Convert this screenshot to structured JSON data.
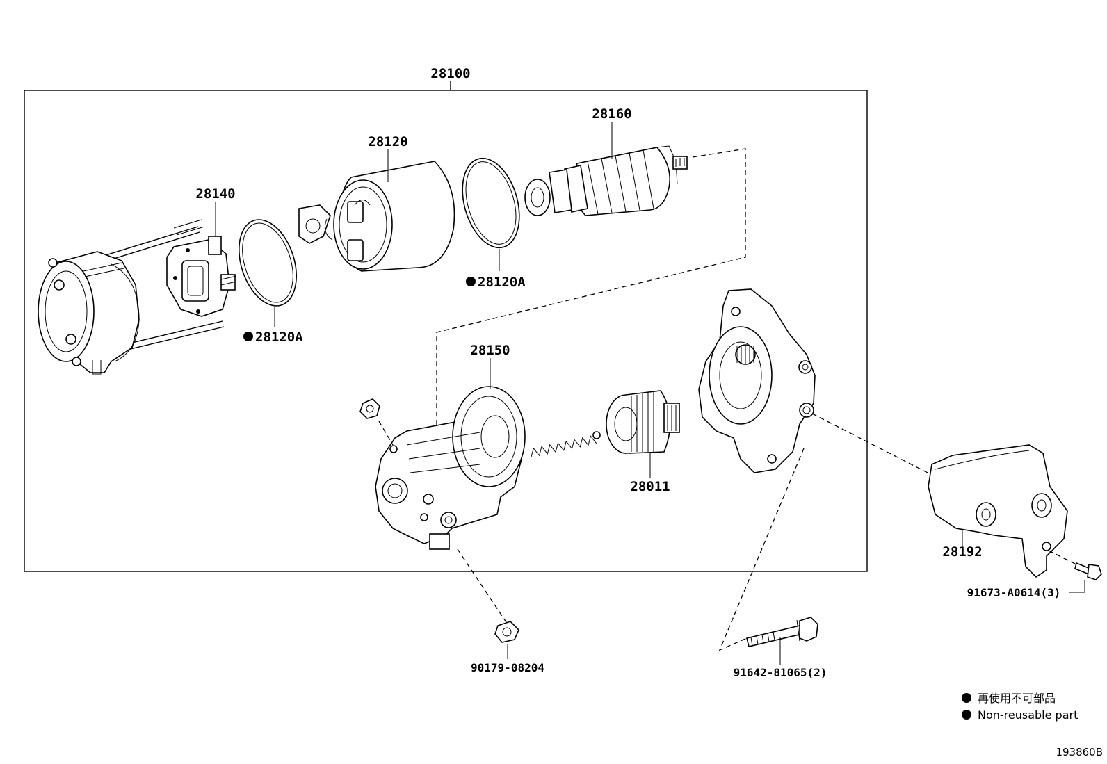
{
  "diagram": {
    "assembly_label": "28100",
    "labels": {
      "solenoid": "28120",
      "armature": "28160",
      "brush_holder": "28140",
      "oring_upper": "28120A",
      "oring_lower": "28120A",
      "yoke": "28150",
      "clutch": "28011",
      "cover": "28192",
      "nut": "90179-08204",
      "bolt": "91642-81065(2)",
      "screw": "91673-A0614(3)"
    },
    "legend": {
      "line1": "再使用不可部品",
      "line2": "Non-reusable part"
    },
    "figure_code": "193860B"
  }
}
